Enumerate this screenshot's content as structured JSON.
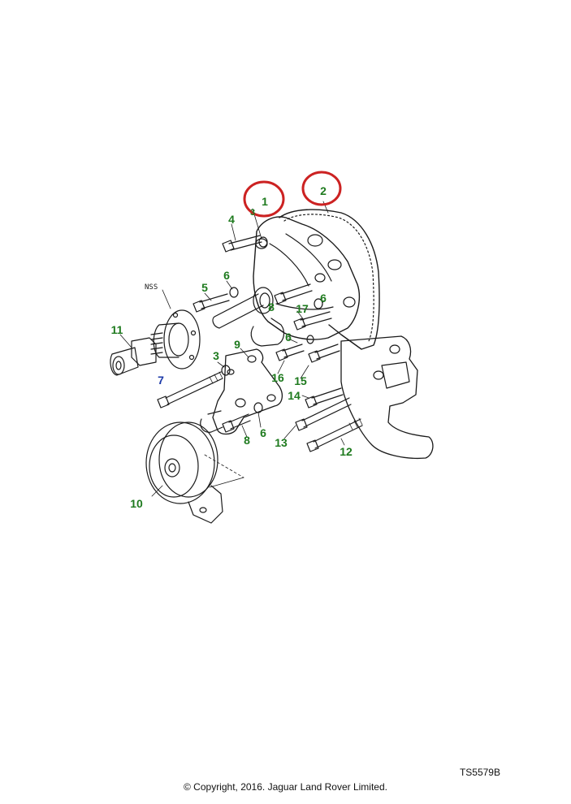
{
  "diagram": {
    "side_label": "NSS",
    "callouts": [
      {
        "id": "c1",
        "text": "1",
        "highlighted": true
      },
      {
        "id": "c2",
        "text": "2",
        "highlighted": true
      },
      {
        "id": "c3a",
        "text": "3"
      },
      {
        "id": "c3b",
        "text": "3"
      },
      {
        "id": "c4",
        "text": "4"
      },
      {
        "id": "c5",
        "text": "5"
      },
      {
        "id": "c6a",
        "text": "6"
      },
      {
        "id": "c6b",
        "text": "6"
      },
      {
        "id": "c6c",
        "text": "6"
      },
      {
        "id": "c6d",
        "text": "6"
      },
      {
        "id": "c7",
        "text": "7",
        "color": "blue"
      },
      {
        "id": "c8a",
        "text": "8"
      },
      {
        "id": "c8b",
        "text": "8"
      },
      {
        "id": "c9",
        "text": "9"
      },
      {
        "id": "c10",
        "text": "10"
      },
      {
        "id": "c11",
        "text": "11"
      },
      {
        "id": "c12",
        "text": "12"
      },
      {
        "id": "c13",
        "text": "13"
      },
      {
        "id": "c14",
        "text": "14"
      },
      {
        "id": "c15",
        "text": "15"
      },
      {
        "id": "c16",
        "text": "16"
      },
      {
        "id": "c17",
        "text": "17"
      }
    ]
  },
  "footer": {
    "reference": "TS5579B",
    "copyright": "© Copyright, 2016. Jaguar Land Rover Limited."
  },
  "colors": {
    "callout_text": "#1e7a1e",
    "callout_blue": "#1c3aa8",
    "highlight_ring": "#cc2222",
    "line_art": "#1a1a1a"
  }
}
